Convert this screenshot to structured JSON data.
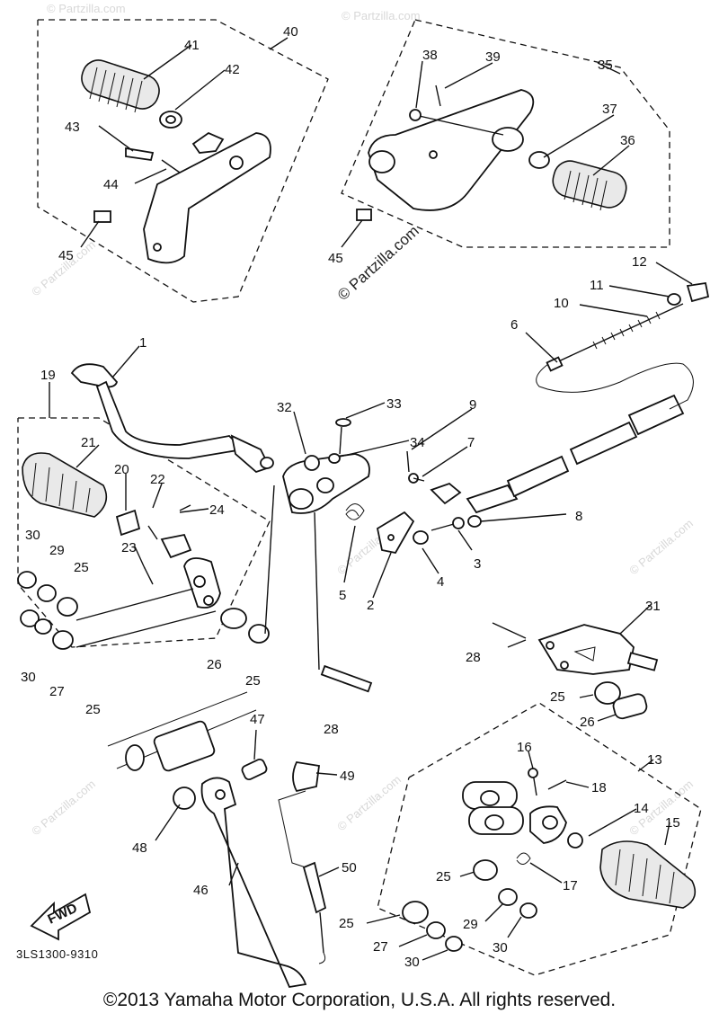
{
  "copyright": "©2013  Yamaha Motor Corporation, U.S.A. All rights reserved.",
  "watermark": "© Partzilla.com",
  "diagram_code": "3LS1300-9310",
  "fwd_label": "FWD",
  "labels": [
    "1",
    "2",
    "3",
    "4",
    "5",
    "6",
    "7",
    "8",
    "9",
    "10",
    "11",
    "12",
    "13",
    "14",
    "15",
    "16",
    "17",
    "18",
    "19",
    "20",
    "21",
    "22",
    "23",
    "24",
    "25",
    "26",
    "27",
    "28",
    "29",
    "30",
    "31",
    "32",
    "33",
    "34",
    "35",
    "36",
    "37",
    "38",
    "39",
    "40",
    "41",
    "42",
    "43",
    "44",
    "45",
    "46",
    "47",
    "48",
    "49",
    "50"
  ]
}
